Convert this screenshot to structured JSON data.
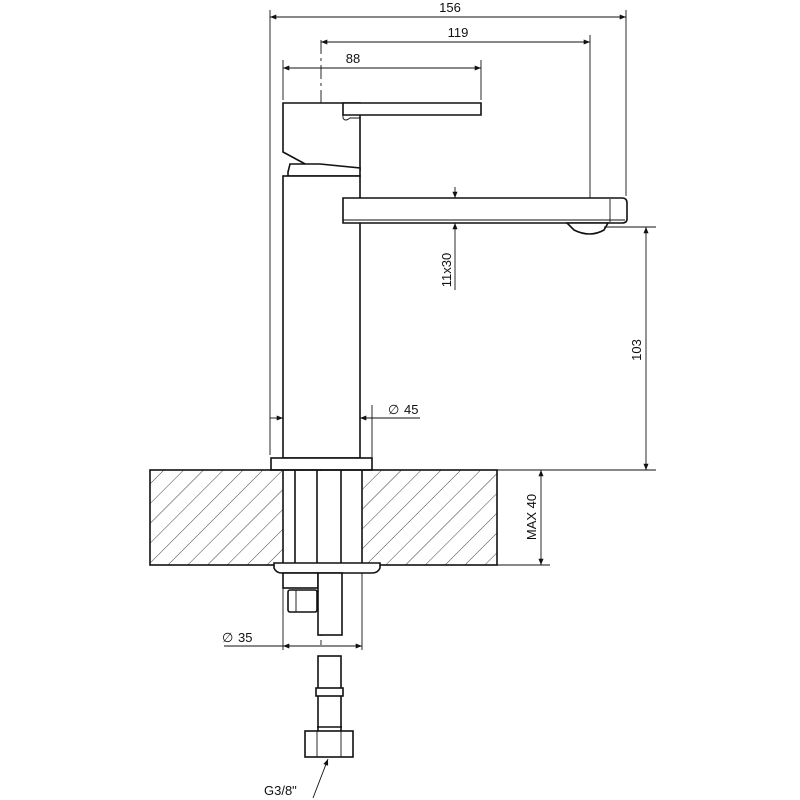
{
  "drawing": {
    "dimensions": {
      "overall_projection": "156",
      "spout_reach": "119",
      "lever_length": "88",
      "spout_section": "11x30",
      "spout_height": "103",
      "body_diameter_symbol": "∅",
      "body_diameter": "45",
      "max_deck_thickness": "MAX 40",
      "hole_diameter_symbol": "∅",
      "hole_diameter": "35",
      "connection_thread": "G3/8\""
    },
    "colors": {
      "line": "#111111",
      "background": "#ffffff"
    }
  }
}
